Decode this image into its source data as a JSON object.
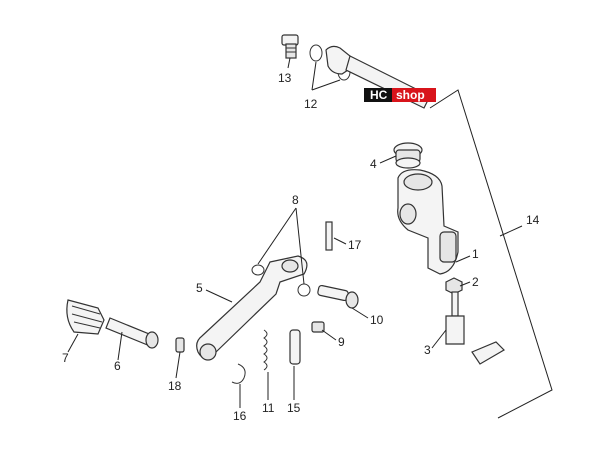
{
  "labels": [
    {
      "id": "13",
      "text": "13"
    },
    {
      "id": "12",
      "text": "12"
    },
    {
      "id": "4",
      "text": "4"
    },
    {
      "id": "14",
      "text": "14"
    },
    {
      "id": "8",
      "text": "8"
    },
    {
      "id": "17",
      "text": "17"
    },
    {
      "id": "1",
      "text": "1"
    },
    {
      "id": "2",
      "text": "2"
    },
    {
      "id": "5",
      "text": "5"
    },
    {
      "id": "10",
      "text": "10"
    },
    {
      "id": "9",
      "text": "9"
    },
    {
      "id": "3",
      "text": "3"
    },
    {
      "id": "7",
      "text": "7"
    },
    {
      "id": "6",
      "text": "6"
    },
    {
      "id": "18",
      "text": "18"
    },
    {
      "id": "16",
      "text": "16"
    },
    {
      "id": "11",
      "text": "11"
    },
    {
      "id": "15",
      "text": "15"
    }
  ],
  "watermark": {
    "left": "HC",
    "right": "shop",
    "left_color": "#111111",
    "right_color": "#d8141b"
  }
}
